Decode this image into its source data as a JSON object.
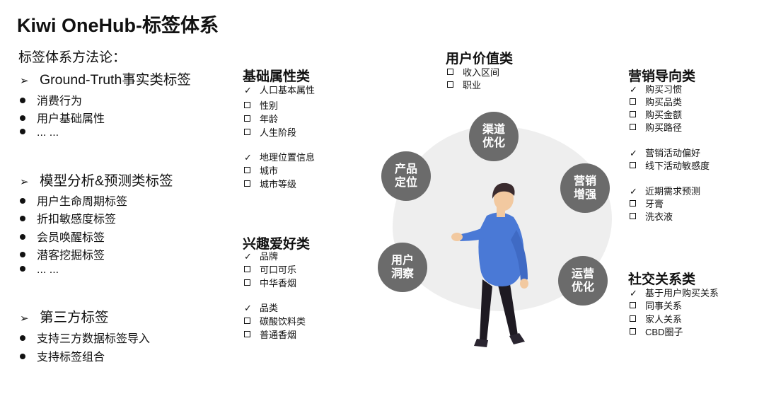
{
  "title": "Kiwi OneHub-标签体系",
  "method_title": "标签体系方法论：",
  "sections": [
    {
      "label": "Ground-Truth事实类标签",
      "items": [
        "消费行为",
        "用户基础属性",
        "... ..."
      ]
    },
    {
      "label": "模型分析&预测类标签",
      "items": [
        "用户生命周期标签",
        "折扣敏感度标签",
        "会员唤醒标签",
        "潜客挖掘标签",
        "... ..."
      ]
    },
    {
      "label": "第三方标签",
      "items": [
        "支持三方数据标签导入",
        "支持标签组合"
      ]
    }
  ],
  "categories": {
    "basic": {
      "title": "基础属性类",
      "rows": [
        {
          "mark": "check",
          "text": "人口基本属性"
        },
        {
          "mark": "box",
          "text": "性别"
        },
        {
          "mark": "box",
          "text": "年龄"
        },
        {
          "mark": "box",
          "text": "人生阶段"
        },
        {
          "mark": "check",
          "text": "地理位置信息"
        },
        {
          "mark": "box",
          "text": "城市"
        },
        {
          "mark": "box",
          "text": "城市等级"
        }
      ]
    },
    "interest": {
      "title": "兴趣爱好类",
      "rows": [
        {
          "mark": "check",
          "text": "品牌"
        },
        {
          "mark": "box",
          "text": "可口可乐"
        },
        {
          "mark": "box",
          "text": "中华香烟"
        },
        {
          "mark": "check",
          "text": "品类"
        },
        {
          "mark": "box",
          "text": "碳酸饮料类"
        },
        {
          "mark": "box",
          "text": "普通香烟"
        }
      ]
    },
    "value": {
      "title": "用户价值类",
      "rows": [
        {
          "mark": "box",
          "text": "收入区间"
        },
        {
          "mark": "box",
          "text": "职业"
        }
      ]
    },
    "marketing": {
      "title": "营销导向类",
      "rows": [
        {
          "mark": "check",
          "text": "购买习惯"
        },
        {
          "mark": "box",
          "text": "购买品类"
        },
        {
          "mark": "box",
          "text": "购买金额"
        },
        {
          "mark": "box",
          "text": "购买路径"
        },
        {
          "mark": "check",
          "text": "营销活动偏好"
        },
        {
          "mark": "box",
          "text": "线下活动敏感度"
        },
        {
          "mark": "check",
          "text": "近期需求预测"
        },
        {
          "mark": "box",
          "text": "牙膏"
        },
        {
          "mark": "box",
          "text": "洗衣液"
        }
      ]
    },
    "social": {
      "title": "社交关系类",
      "rows": [
        {
          "mark": "check",
          "text": "基于用户购买关系"
        },
        {
          "mark": "box",
          "text": "同事关系"
        },
        {
          "mark": "box",
          "text": "家人关系"
        },
        {
          "mark": "box",
          "text": "CBD圈子"
        }
      ]
    }
  },
  "circles": [
    {
      "line1": "渠道",
      "line2": "优化"
    },
    {
      "line1": "产品",
      "line2": "定位"
    },
    {
      "line1": "营销",
      "line2": "增强"
    },
    {
      "line1": "用户",
      "line2": "洞察"
    },
    {
      "line1": "运营",
      "line2": "优化"
    }
  ],
  "colors": {
    "circle": "#6b6b6b",
    "shirt": "#4a79d6",
    "pants": "#1e1a22",
    "backdrop": "#eeeeee"
  }
}
